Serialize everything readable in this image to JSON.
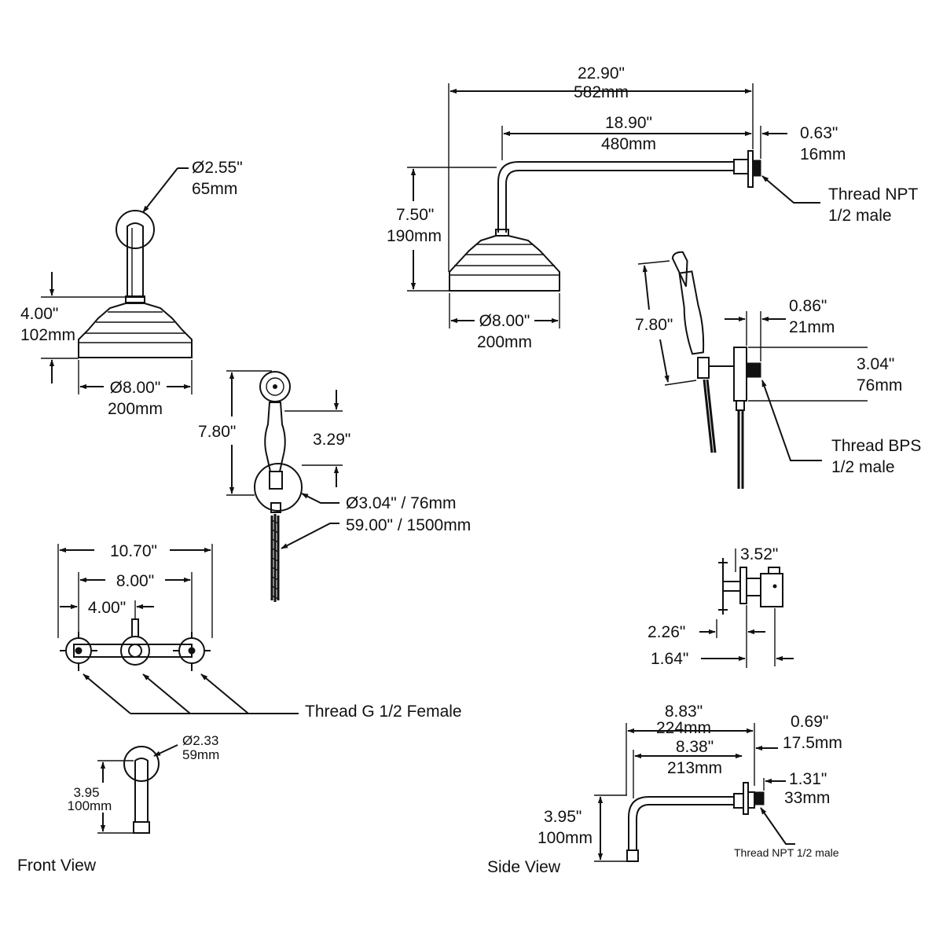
{
  "labels": {
    "shower_arm_front": {
      "diameter": "Ø2.55\"",
      "diameter_mm": "65mm"
    },
    "head_front": {
      "height": "4.00\"",
      "height_mm": "102mm",
      "diameter": "Ø8.00\"",
      "diameter_mm": "200mm"
    },
    "shower_arm_side": {
      "overall": "22.90\"",
      "overall_mm": "582mm",
      "reach": "18.90\"",
      "reach_mm": "480mm",
      "flange": "0.63\"",
      "flange_mm": "16mm",
      "drop": "7.50\"",
      "drop_mm": "190mm",
      "diameter": "Ø8.00\"",
      "diameter_mm": "200mm",
      "thread_line1": "Thread NPT",
      "thread_line2": "1/2 male"
    },
    "handshower_front": {
      "height": "7.80\"",
      "handle": "3.29\"",
      "wall_plate": "Ø3.04\" / 76mm",
      "hose": "59.00\" / 1500mm"
    },
    "handshower_side": {
      "height": "7.80\"",
      "depth": "0.86\"",
      "depth_mm": "21mm",
      "plate": "3.04\"",
      "plate_mm": "76mm",
      "thread_line1": "Thread BPS",
      "thread_line2": "1/2 male"
    },
    "valve_front": {
      "overall": "10.70\"",
      "centers": "8.00\"",
      "half": "4.00\"",
      "thread": "Thread G 1/2 Female"
    },
    "valve_side": {
      "depth": "3.52\"",
      "handle": "2.26\"",
      "body": "1.64\""
    },
    "spout_front": {
      "diameter": "Ø2.33",
      "diameter_mm": "59mm",
      "height": "3.95",
      "height_mm": "100mm"
    },
    "spout_side": {
      "overall": "8.83\"",
      "overall_mm": "224mm",
      "reach": "8.38\"",
      "reach_mm": "213mm",
      "flange": "0.69\"",
      "flange_mm": "17.5mm",
      "thread_len": "1.31\"",
      "thread_len_mm": "33mm",
      "height": "3.95\"",
      "height_mm": "100mm",
      "thread": "Thread NPT 1/2 male"
    },
    "views": {
      "front": "Front View",
      "side": "Side View"
    }
  }
}
